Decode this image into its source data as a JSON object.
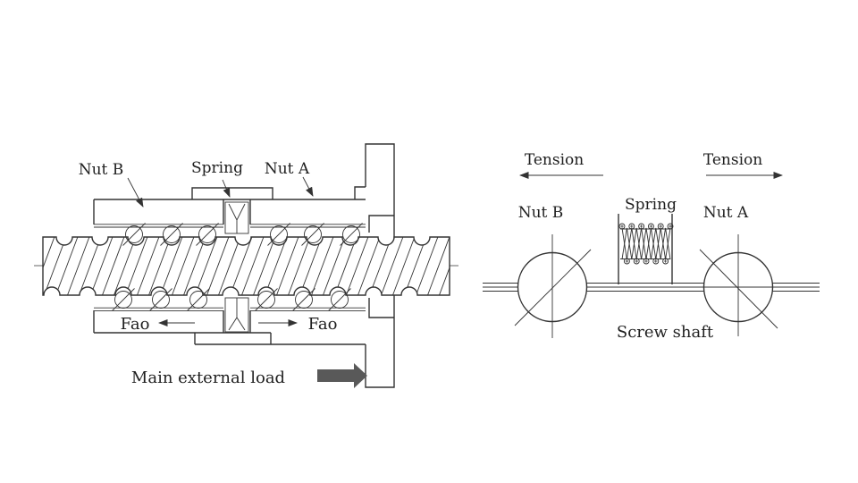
{
  "colors": {
    "line": "#333333",
    "text": "#1f1f1f",
    "load_arrow": "#595959",
    "background": "#ffffff"
  },
  "left": {
    "nut_b": "Nut B",
    "spring": "Spring",
    "nut_a": "Nut A",
    "fao_left": "Fao",
    "fao_right": "Fao",
    "main_load": "Main external load"
  },
  "right": {
    "tension_left": "Tension",
    "tension_right": "Tension",
    "nut_b": "Nut B",
    "spring": "Spring",
    "nut_a": "Nut A",
    "screw_shaft": "Screw shaft"
  }
}
